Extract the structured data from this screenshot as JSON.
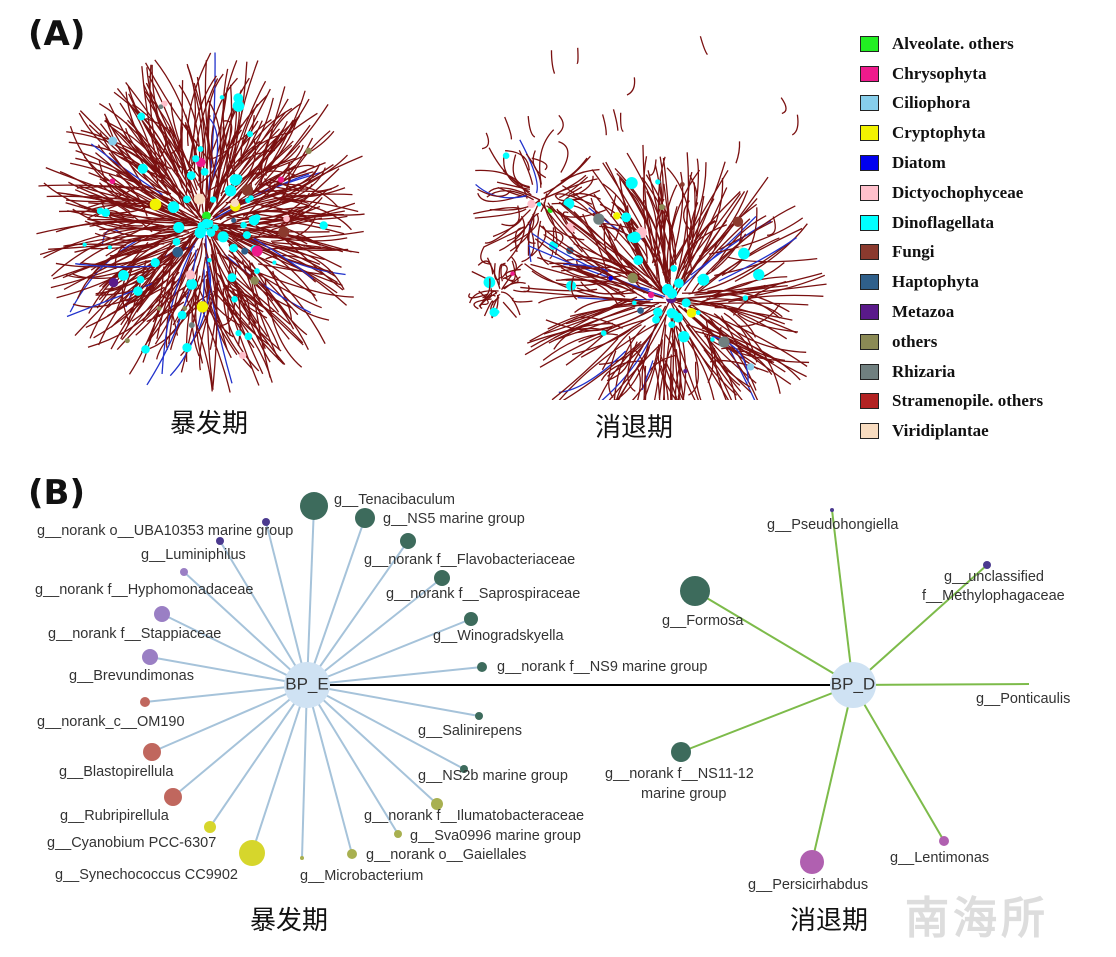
{
  "panel_a": {
    "label": "(A)",
    "caption_left": "暴发期",
    "caption_right": "消退期",
    "legend": [
      {
        "label": "Alveolate. others",
        "color": "#22ee22"
      },
      {
        "label": "Chrysophyta",
        "color": "#ee1a8c"
      },
      {
        "label": "Ciliophora",
        "color": "#87ceeb"
      },
      {
        "label": "Cryptophyta",
        "color": "#f2f200"
      },
      {
        "label": "Diatom",
        "color": "#0000ee"
      },
      {
        "label": "Dictyochophyceae",
        "color": "#ffc0cb"
      },
      {
        "label": "Dinoflagellata",
        "color": "#00ffff"
      },
      {
        "label": "Fungi",
        "color": "#8b3a2e"
      },
      {
        "label": "Haptophyta",
        "color": "#2f5f8a"
      },
      {
        "label": "Metazoa",
        "color": "#5a1a8a"
      },
      {
        "label": "others",
        "color": "#8b8a55"
      },
      {
        "label": "Rhizaria",
        "color": "#708080"
      },
      {
        "label": "Stramenopile. others",
        "color": "#b22222"
      },
      {
        "label": "Viridiplantae",
        "color": "#f8dcc0"
      }
    ]
  },
  "panel_b": {
    "label": "(B)",
    "caption_left": "暴发期",
    "caption_right": "消退期",
    "hub_left": "BP_E",
    "hub_right": "BP_D",
    "left_nodes": [
      "g__Tenacibaculum",
      "g__NS5 marine group",
      "g__norank o__UBA10353 marine group",
      "g__Luminiphilus",
      "g__norank f__Flavobacteriaceae",
      "g__norank f__Hyphomonadaceae",
      "g__norank f__Saprospiraceae",
      "g__norank f__Stappiaceae",
      "g__Winogradskyella",
      "g__Brevundimonas",
      "g__norank f__NS9 marine group",
      "g__norank_c__OM190",
      "g__Salinirepens",
      "g__Blastopirellula",
      "g__NS2b marine group",
      "g__Rubripirellula",
      "g__norank f__Ilumatobacteraceae",
      "g__Cyanobium PCC-6307",
      "g__Sva0996 marine group",
      "g__Synechococcus CC9902",
      "g__Microbacterium",
      "g__norank o__Gaiellales"
    ],
    "right_nodes": [
      "g__Pseudohongiella",
      "g__unclassified f__Methylophagaceae",
      "g__Formosa",
      "g__Ponticaulis",
      "g__norank f__NS11-12 marine group",
      "g__Persicirhabdus",
      "g__Lentimonas"
    ],
    "colors": {
      "hub": "#cfe2f3",
      "left_edge": "#a6c3da",
      "right_edge": "#7dbb4a",
      "link": "#000000"
    }
  },
  "watermark": "南海所"
}
